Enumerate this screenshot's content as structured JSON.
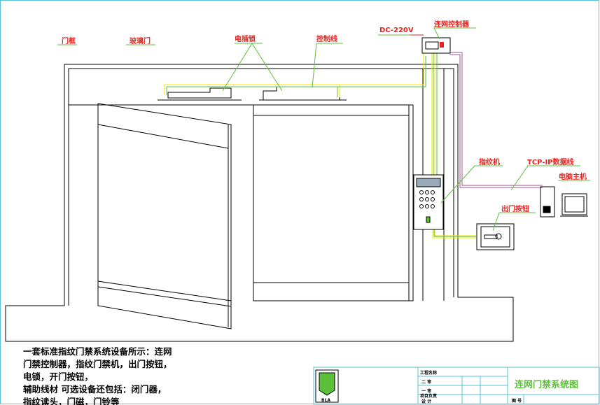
{
  "labels": {
    "door_frame": "门框",
    "glass_door": "玻璃门",
    "electric_lock": "电插锁",
    "control_wire": "控制线",
    "power": "DC-220V",
    "network_controller": "连网控制器",
    "fingerprint_machine": "指纹机",
    "tcpip_cable": "TCP-IP数据线",
    "computer": "电脑主机",
    "exit_button": "出门按钮"
  },
  "description": [
    "一套标准指纹门禁系统设备所示：连网",
    "门禁控制器，指纹门禁机，出门按钮，",
    "电锁，开门按钮，",
    "辅助线材  可选设备还包括：闭门器，",
    "指纹读头，门磁，门铃等"
  ],
  "title_block": {
    "project": "工程名称",
    "review2": "二  审",
    "review1": "一  审",
    "lead": "项目负责",
    "design": "设  计",
    "drawing_no_label": "图  号",
    "logo": "BLA",
    "title": "连网门禁系统图"
  },
  "colors": {
    "label": "#e8231f",
    "wire_yellow": "#f2e600",
    "wire_green": "#5cbf3a",
    "wire_purple": "#a0509a",
    "title": "#5cbf3a",
    "frame": "#5bc0de"
  }
}
